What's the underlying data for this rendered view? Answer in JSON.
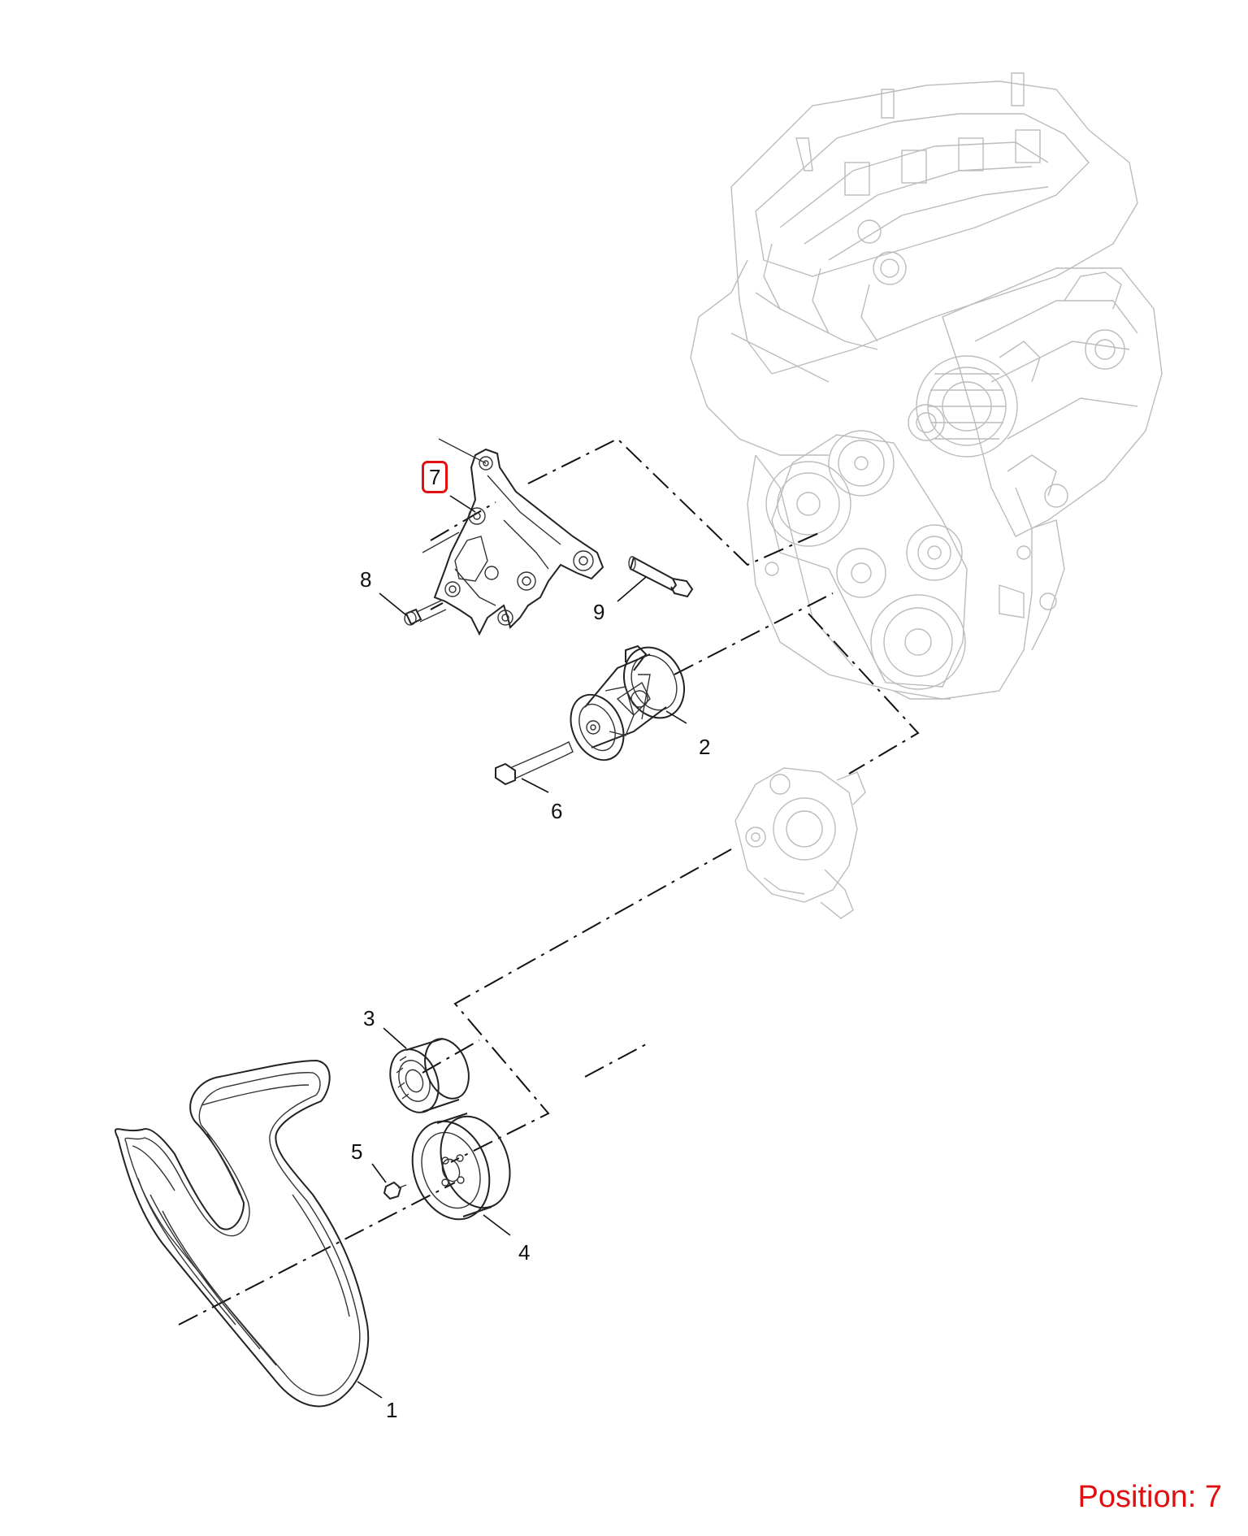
{
  "callouts": [
    {
      "id": "1",
      "label": "1"
    },
    {
      "id": "2",
      "label": "2"
    },
    {
      "id": "3",
      "label": "3"
    },
    {
      "id": "4",
      "label": "4"
    },
    {
      "id": "5",
      "label": "5"
    },
    {
      "id": "6",
      "label": "6"
    },
    {
      "id": "7",
      "label": "7",
      "highlighted": true
    },
    {
      "id": "8",
      "label": "8"
    },
    {
      "id": "9",
      "label": "9"
    }
  ],
  "position_label": "Position: 7",
  "colors": {
    "highlight": "#e01010",
    "line": "#222222",
    "engine_line": "#bcbcbc"
  }
}
